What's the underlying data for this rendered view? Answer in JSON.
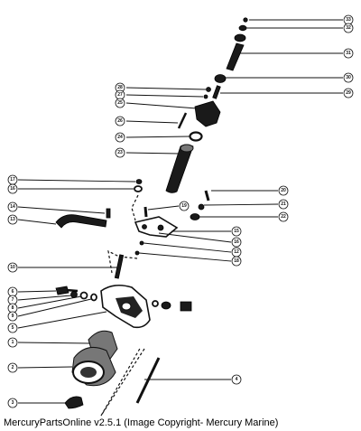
{
  "callouts": {
    "c33": "33",
    "c32": "32",
    "c31": "31",
    "c30": "30",
    "c29": "29",
    "c28": "28",
    "c27": "27",
    "c26": "26",
    "c25": "25",
    "c24": "24",
    "c23": "23",
    "c17": "17",
    "c16": "16",
    "c14": "14",
    "c15": "15",
    "c12": "12",
    "c13": "13",
    "c11": "11",
    "c18": "18",
    "c19": "19",
    "c20": "20",
    "c21": "21",
    "c22": "22",
    "c10": "10",
    "c6": "6",
    "c7": "7",
    "c8": "8",
    "c9": "9",
    "c5": "5",
    "c1": "1",
    "c2": "2",
    "c3": "3",
    "c4": "4"
  },
  "footer": {
    "caption": "MercuryPartsOnline v2.5.1 (Image Copyright- Mercury Marine)"
  }
}
